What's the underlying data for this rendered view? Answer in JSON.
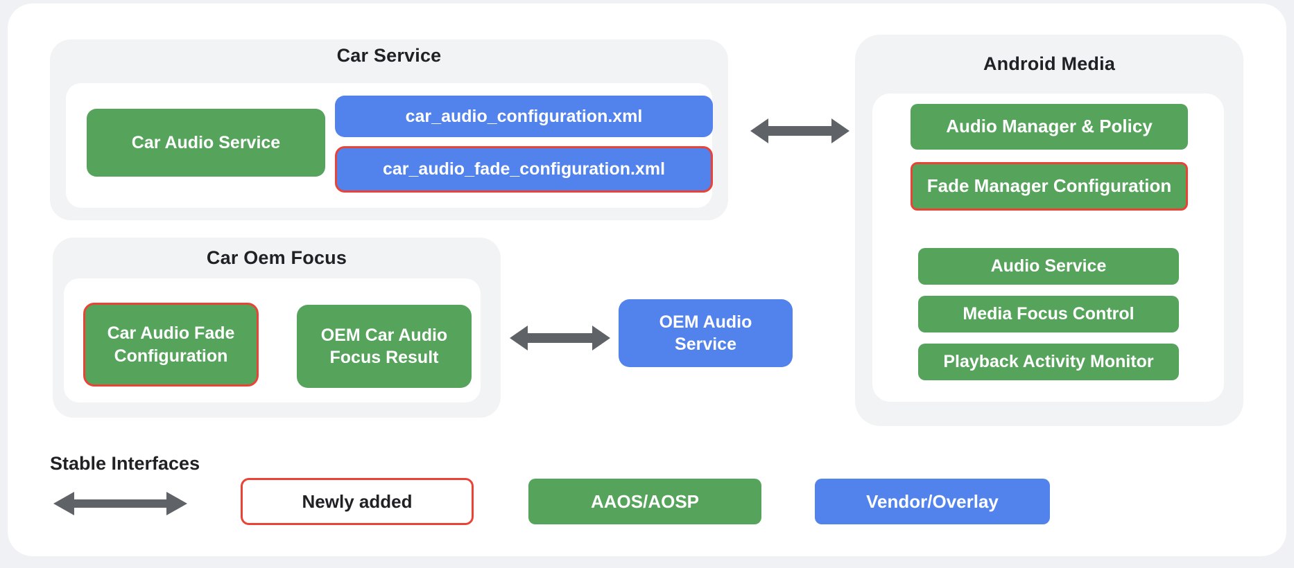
{
  "colors": {
    "page_bg": "#F0F1F4",
    "card_bg": "#FFFFFF",
    "panel_gray": "#F1F3F4",
    "green": "#56A45C",
    "blue": "#5282EC",
    "red_border": "#EA4335",
    "arrow_gray": "#5F6368",
    "title_text": "#202124"
  },
  "car_service": {
    "title": "Car Service",
    "car_audio_service": "Car Audio Service",
    "config_xml": "car_audio_configuration.xml",
    "fade_config_xml": "car_audio_fade_configuration.xml"
  },
  "android_media": {
    "title": "Android Media",
    "audio_manager_policy": "Audio Manager & Policy",
    "fade_manager_configuration": "Fade Manager Configuration",
    "audio_service": "Audio Service",
    "media_focus_control": "Media Focus Control",
    "playback_activity_monitor": "Playback Activity Monitor"
  },
  "car_oem_focus": {
    "title": "Car Oem Focus",
    "car_audio_fade_configuration": "Car Audio Fade Configuration",
    "oem_car_audio_focus_result": "OEM Car Audio Focus Result"
  },
  "middle": {
    "oem_audio_service": "OEM Audio Service"
  },
  "legend": {
    "stable_interfaces": "Stable Interfaces",
    "newly_added": "Newly added",
    "aaos_aosp": "AAOS/AOSP",
    "vendor_overlay": "Vendor/Overlay"
  }
}
